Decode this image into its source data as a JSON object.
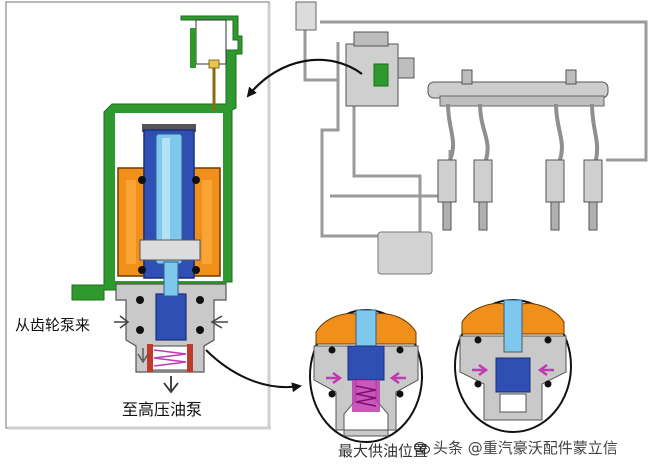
{
  "labels": {
    "from_gear_pump": "从齿轮泵来",
    "to_high_pressure_pump": "至高压油泵",
    "max_fuel_position": "最大供油位置"
  },
  "watermark": {
    "text": "头条 @重汽豪沃配件蒙立信"
  },
  "colors": {
    "housing_green": "#2e9a2e",
    "coil_orange": "#f0901a",
    "armature_blue": "#2f4fb5",
    "plunger_light_blue": "#7ec8ee",
    "body_gray": "#c9c9c9",
    "flow_magenta": "#c03ab0",
    "seal_black": "#111111"
  },
  "icons": [
    "wechat-icon"
  ]
}
